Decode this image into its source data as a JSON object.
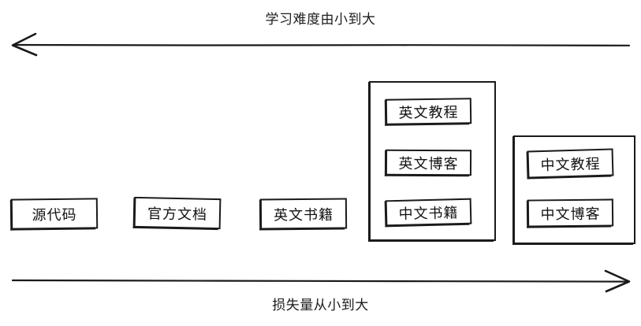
{
  "diagram": {
    "top_axis": {
      "label": "学习难度由小到大",
      "direction": "left"
    },
    "bottom_axis": {
      "label": "损失量从小到大",
      "direction": "right"
    },
    "standalone_nodes": [
      {
        "label": "源代码"
      },
      {
        "label": "官方文档"
      },
      {
        "label": "英文书籍"
      }
    ],
    "groups": [
      {
        "name": "english-group",
        "nodes": [
          {
            "label": "英文教程"
          },
          {
            "label": "英文博客"
          },
          {
            "label": "中文书籍"
          }
        ]
      },
      {
        "name": "chinese-group",
        "nodes": [
          {
            "label": "中文教程"
          },
          {
            "label": "中文博客"
          }
        ]
      }
    ]
  },
  "colors": {
    "stroke": "#1b1b1b",
    "background": "#ffffff",
    "text": "#121212"
  }
}
